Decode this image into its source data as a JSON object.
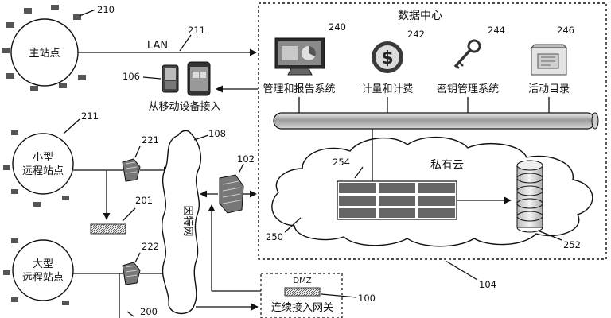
{
  "nodes": {
    "main_site": "主站点",
    "small_site_l1": "小型",
    "small_site_l2": "远程站点",
    "large_site_l1": "大型",
    "large_site_l2": "远程站点",
    "internet": "因特网",
    "data_center": "数据中心",
    "private_cloud": "私有云",
    "mobile_access": "从移动设备接入",
    "dmz": "DMZ",
    "gateway": "连续接入网关"
  },
  "links": {
    "lan": "LAN"
  },
  "systems": [
    {
      "label": "管理和报告系统",
      "icon": "monitor-chart-icon",
      "ref": "240"
    },
    {
      "label": "计量和计费",
      "icon": "dollar-coin-icon",
      "ref": "242"
    },
    {
      "label": "密钥管理系统",
      "icon": "key-icon",
      "ref": "244"
    },
    {
      "label": "活动目录",
      "icon": "directory-book-icon",
      "ref": "246"
    }
  ],
  "refs": {
    "r210": "210",
    "r211_lan": "211",
    "r211_small": "211",
    "r106": "106",
    "r221": "221",
    "r108": "108",
    "r102": "102",
    "r201": "201",
    "r222": "222",
    "r200": "200",
    "r254": "254",
    "r250": "250",
    "r252": "252",
    "r104": "104",
    "r100": "100"
  }
}
